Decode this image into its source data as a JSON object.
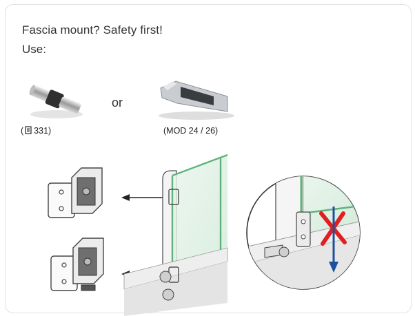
{
  "heading": "Fascia mount? Safety first!",
  "use_label": "Use:",
  "or_label": "or",
  "option1": {
    "caption_open": "(",
    "caption_number": "331",
    "caption_close": ")",
    "icon": "manual-page-icon"
  },
  "option2": {
    "caption": "(MOD 24 / 26)"
  },
  "colors": {
    "glass_edge": "#5fb37a",
    "cross": "#e02020",
    "arrow": "#1d4fa0"
  }
}
